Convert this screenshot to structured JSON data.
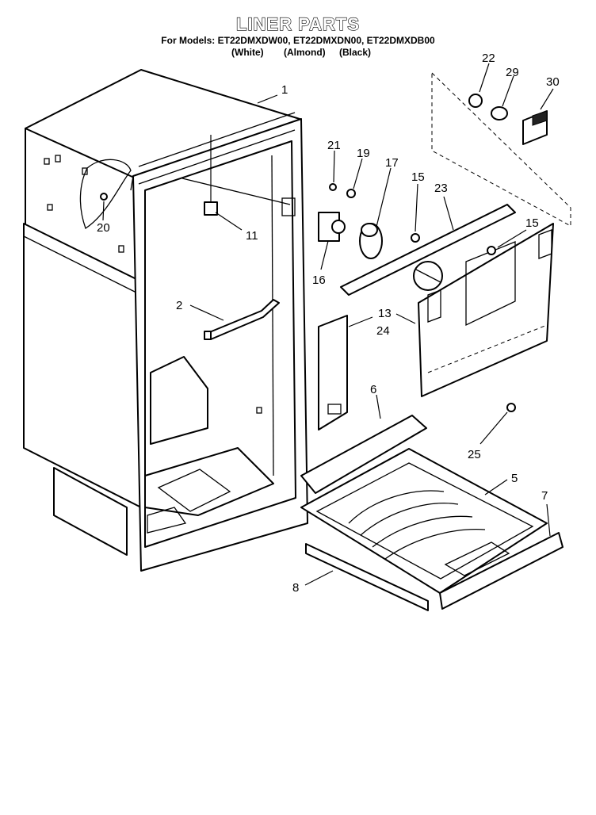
{
  "header": {
    "title": "LINER PARTS",
    "models": "For Models: ET22DMXDW00, ET22DMXDN00, ET22DMXDB00",
    "finishes": [
      "(White)",
      "(Almond)",
      "(Black)"
    ]
  },
  "parts": [
    "1",
    "2",
    "5",
    "6",
    "7",
    "8",
    "11",
    "13",
    "15",
    "15",
    "16",
    "17",
    "19",
    "20",
    "21",
    "22",
    "23",
    "24",
    "25",
    "29",
    "30"
  ]
}
